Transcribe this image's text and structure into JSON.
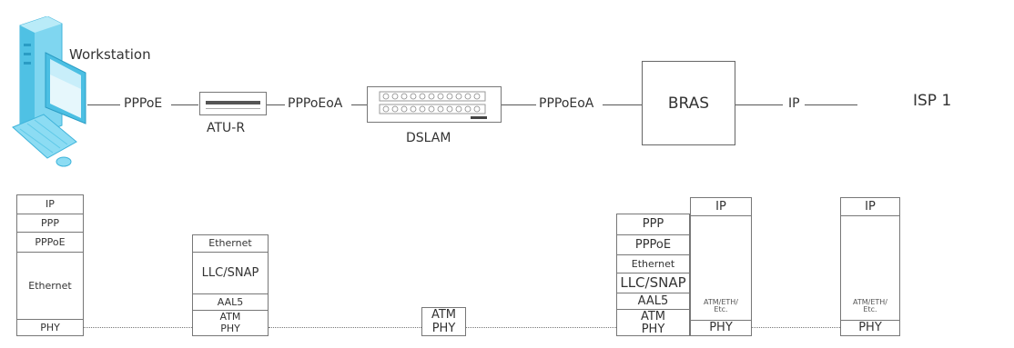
{
  "devices": {
    "workstation": "Workstation",
    "atur": "ATU-R",
    "dslam": "DSLAM",
    "bras": "BRAS",
    "isp": "ISP 1"
  },
  "links": {
    "pppoe": "PPPoE",
    "pppoeoa_1": "PPPoEoA",
    "pppoeoa_2": "PPPoEoA",
    "ip": "IP"
  },
  "stacks": {
    "workstation": [
      "IP",
      "PPP",
      "PPPoE",
      "Ethernet",
      "PHY"
    ],
    "atur": [
      "Ethernet",
      "LLC/SNAP",
      "AAL5",
      "ATM",
      "PHY"
    ],
    "dslam": [
      "ATM",
      "PHY"
    ],
    "bras_left": [
      "PPP",
      "PPPoE",
      "Ethernet",
      "LLC/SNAP",
      "AAL5",
      "ATM",
      "PHY"
    ],
    "bras_right": [
      "IP",
      "ATM/ETH/\nEtc.",
      "PHY"
    ],
    "isp": [
      "IP",
      "ATM/ETH/\nEtc.",
      "PHY"
    ]
  },
  "colors": {
    "workstation_icon": "#5ec9e8",
    "line": "#555555"
  },
  "icons": {
    "workstation": "workstation-computer-icon",
    "atur": "modem-device-icon",
    "dslam": "dslam-rack-icon"
  }
}
